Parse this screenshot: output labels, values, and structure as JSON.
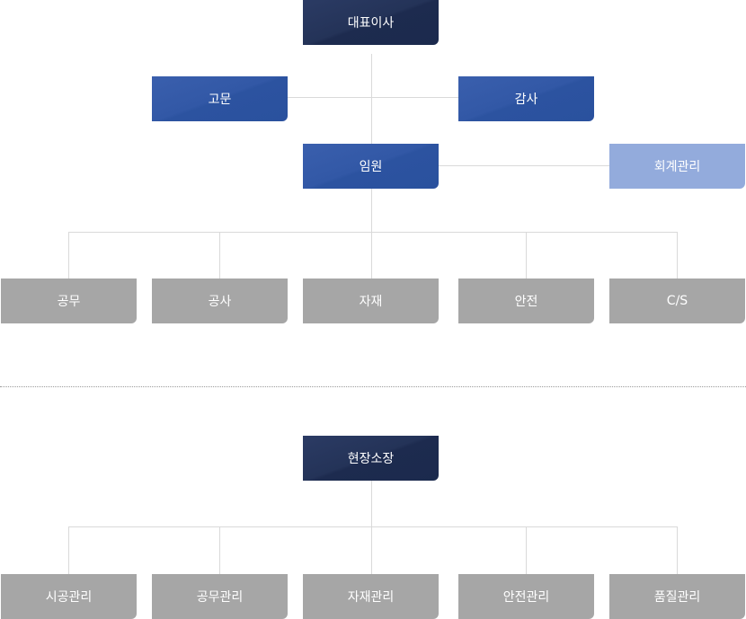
{
  "top_chart": {
    "ceo": "대표이사",
    "advisor": "고문",
    "audit": "감사",
    "executive": "임원",
    "accounting": "회계관리",
    "departments": [
      "공무",
      "공사",
      "자재",
      "안전",
      "C/S"
    ]
  },
  "site_chart": {
    "site_manager": "현장소장",
    "departments": [
      "시공관리",
      "공무관리",
      "자재관리",
      "안전관리",
      "품질관리"
    ]
  },
  "colors": {
    "dark_navy": "#1d2b4f",
    "blue": "#2c53a0",
    "light_blue": "#93abdc",
    "gray": "#a6a6a6",
    "connector": "#d9d9d9"
  }
}
